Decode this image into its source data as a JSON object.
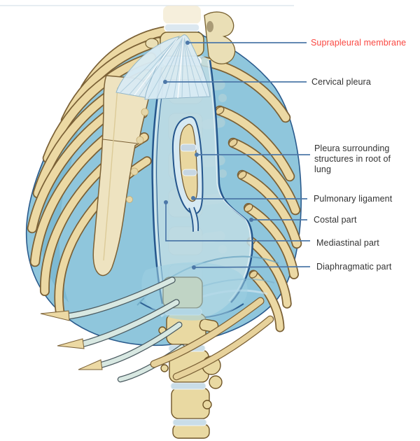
{
  "labels": [
    {
      "name": "suprapleural-membrane",
      "text": "Suprapleural membrane",
      "emphasis": "red"
    },
    {
      "name": "cervical-pleura",
      "text": "Cervical pleura",
      "emphasis": "none"
    },
    {
      "name": "pleura-root-of-lung",
      "text": "Pleura surrounding structures in root of lung",
      "emphasis": "none"
    },
    {
      "name": "pulmonary-ligament",
      "text": "Pulmonary ligament",
      "emphasis": "none"
    },
    {
      "name": "costal-part",
      "text": "Costal part",
      "emphasis": "none"
    },
    {
      "name": "mediastinal-part",
      "text": "Mediastinal part",
      "emphasis": "none"
    },
    {
      "name": "diaphragmatic-part",
      "text": "Diaphragmatic part",
      "emphasis": "none"
    }
  ],
  "colors": {
    "highlight_label": "#fa4842",
    "label_text": "#333333",
    "leader_line": "#4d78a8",
    "pleura_blue": "#8fc6dc",
    "mediastinal_blue": "#bfdce4",
    "pleura_cut_edge_navy": "#24558c",
    "bone_cream": "#ecd9a4",
    "bone_outline": "#7b6136",
    "cartilage": "#d8e8e2",
    "membrane": "#d9ebf4"
  },
  "illustration_parts": [
    "pleural-cavity",
    "left-ribs",
    "right-ribs",
    "mediastinal-pleura",
    "root-of-lung-sleeve",
    "pulmonary-ligament-fold",
    "sternum",
    "diaphragmatic-pleura",
    "ghost-vertebrae",
    "cervical-vertebrae",
    "suprapleural-membrane-fan",
    "lower-vertebral-column",
    "costal-cartilages"
  ]
}
